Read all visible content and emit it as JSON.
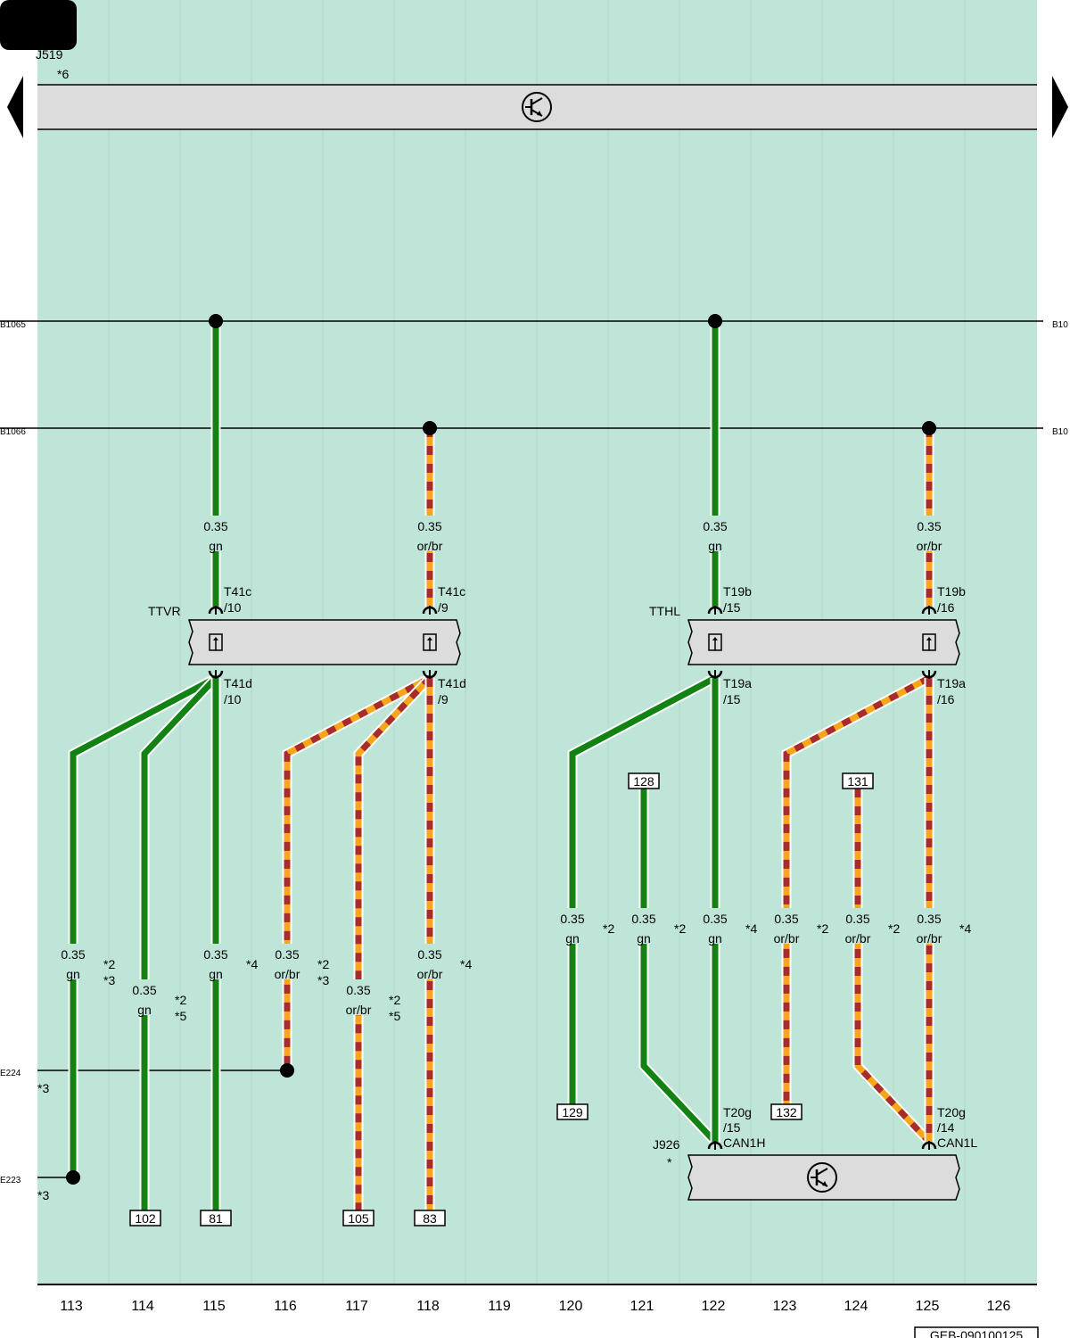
{
  "header": {
    "component": "J519",
    "component_note": "*6"
  },
  "buses": {
    "left_top": "B1065",
    "left_bottom": "B1066",
    "right_top": "B10",
    "right_bottom": "B10"
  },
  "grounds": {
    "e224": "E224",
    "e224_note": "*3",
    "e223": "E223",
    "e223_note": "*3"
  },
  "connectors": {
    "ttvr": "TTVR",
    "tthl": "TTHL",
    "p1_top_a": "T41c",
    "p1_top_b": "/10",
    "p2_top_a": "T41c",
    "p2_top_b": "/9",
    "p1_bot_a": "T41d",
    "p1_bot_b": "/10",
    "p2_bot_a": "T41d",
    "p2_bot_b": "/9",
    "p3_top_a": "T19b",
    "p3_top_b": "/15",
    "p4_top_a": "T19b",
    "p4_top_b": "/16",
    "p3_bot_a": "T19a",
    "p3_bot_b": "/15",
    "p4_bot_a": "T19a",
    "p4_bot_b": "/16"
  },
  "j926": {
    "name": "J926",
    "note": "*",
    "pin1_a": "T20g",
    "pin1_b": "/15",
    "pin1_c": "CAN1H",
    "pin2_a": "T20g",
    "pin2_b": "/14",
    "pin2_c": "CAN1L"
  },
  "wires": [
    {
      "size": "0.35",
      "color": "gn"
    },
    {
      "size": "0.35",
      "color": "or/br"
    },
    {
      "size": "0.35",
      "color": "gn"
    },
    {
      "size": "0.35",
      "color": "or/br"
    },
    {
      "size": "0.35",
      "color": "gn",
      "note1": "*2",
      "note2": "*3"
    },
    {
      "size": "0.35",
      "color": "gn",
      "note1": "*2",
      "note2": "*5"
    },
    {
      "size": "0.35",
      "color": "gn",
      "note1": "*4",
      "note2": ""
    },
    {
      "size": "0.35",
      "color": "or/br",
      "note1": "*2",
      "note2": "*3"
    },
    {
      "size": "0.35",
      "color": "or/br",
      "note1": "*2",
      "note2": "*5"
    },
    {
      "size": "0.35",
      "color": "or/br",
      "note1": "*4",
      "note2": ""
    },
    {
      "size": "0.35",
      "color": "gn",
      "note1": "*2",
      "note2": ""
    },
    {
      "size": "0.35",
      "color": "gn",
      "note1": "*2",
      "note2": ""
    },
    {
      "size": "0.35",
      "color": "gn",
      "note1": "*4",
      "note2": ""
    },
    {
      "size": "0.35",
      "color": "or/br",
      "note1": "*2",
      "note2": ""
    },
    {
      "size": "0.35",
      "color": "or/br",
      "note1": "*2",
      "note2": ""
    },
    {
      "size": "0.35",
      "color": "or/br",
      "note1": "*4",
      "note2": ""
    }
  ],
  "refs": {
    "r102": "102",
    "r81": "81",
    "r105": "105",
    "r83": "83",
    "r128": "128",
    "r131": "131",
    "r129": "129",
    "r132": "132"
  },
  "columns": [
    "113",
    "114",
    "115",
    "116",
    "117",
    "118",
    "119",
    "120",
    "121",
    "122",
    "123",
    "124",
    "125",
    "126"
  ],
  "footer": {
    "code": "GEB-090100125"
  },
  "colors": {
    "background": "#bfe5d9",
    "green_wire": "#128312",
    "orange_wire": "#f7a51b",
    "brown_stripe": "#a82c2c",
    "box_fill": "#dcdcdc"
  }
}
